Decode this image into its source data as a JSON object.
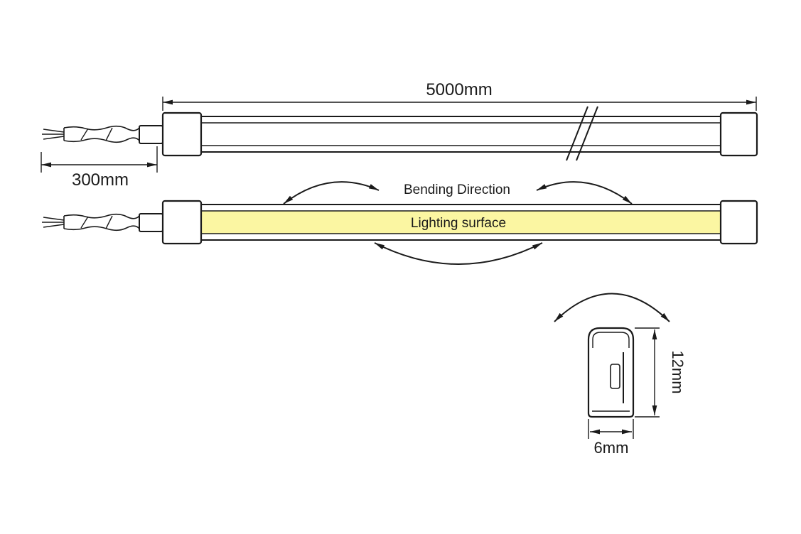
{
  "colors": {
    "line": "#1a1a1a",
    "lighting_surface_fill": "#fbf6a2",
    "led_fill": "#f4ec82",
    "background": "#ffffff"
  },
  "top_view": {
    "length_label": "5000mm",
    "cable_length_label": "300mm"
  },
  "front_view": {
    "bending_direction_label": "Bending Direction",
    "lighting_surface_label": "Lighting surface"
  },
  "cross_section": {
    "height_label": "12mm",
    "width_label": "6mm"
  }
}
